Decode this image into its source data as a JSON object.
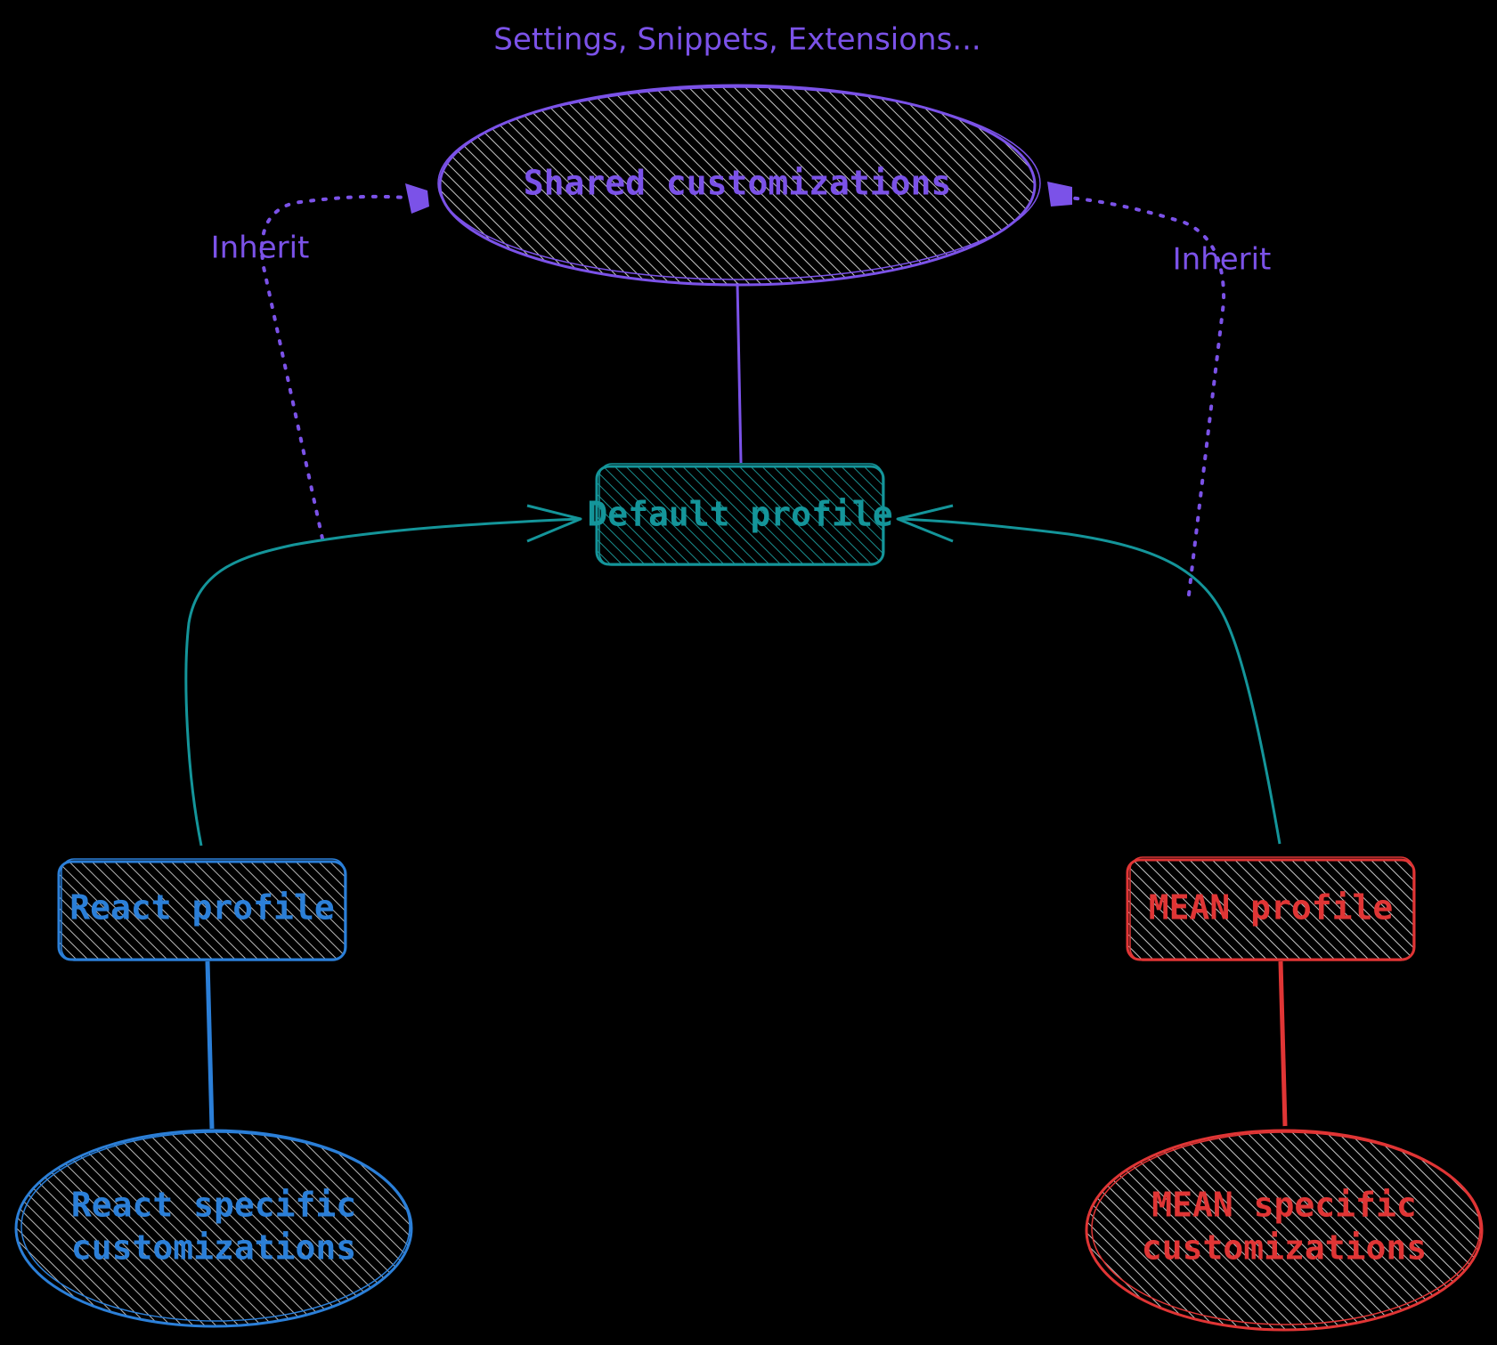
{
  "top_caption": "Settings, Snippets, Extensions...",
  "nodes": {
    "shared": {
      "label": "Shared customizations"
    },
    "default": {
      "label": "Default profile"
    },
    "react": {
      "label": "React profile"
    },
    "mean": {
      "label": "MEAN profile"
    },
    "react_custom": {
      "line1": "React specific",
      "line2": "customizations"
    },
    "mean_custom": {
      "line1": "MEAN specific",
      "line2": "customizations"
    }
  },
  "edges": {
    "inherit_left": "Inherit",
    "inherit_right": "Inherit"
  },
  "colors": {
    "background": "#000000",
    "purple": "#7b52e8",
    "teal": "#14959a",
    "blue": "#2b7fd8",
    "red": "#e03535"
  }
}
